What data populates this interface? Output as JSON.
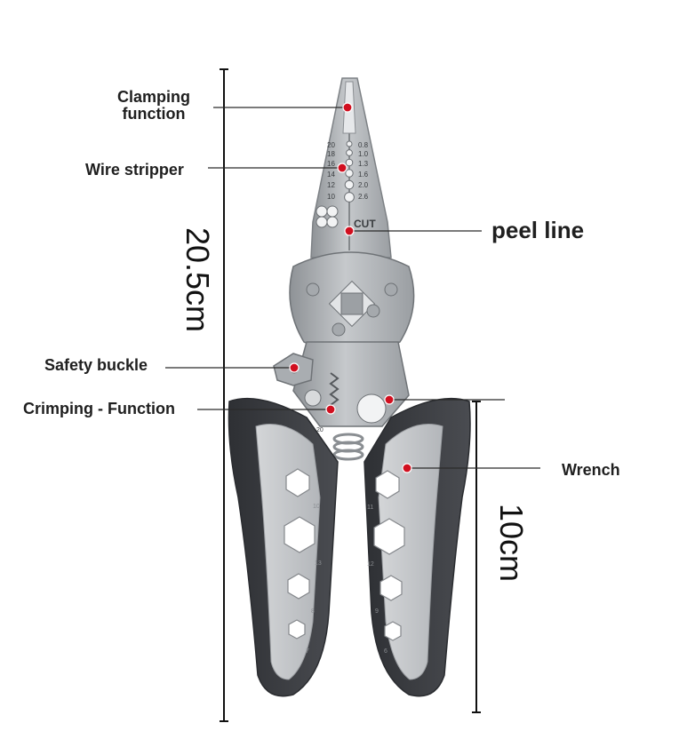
{
  "labels": {
    "clamping_line1": "Clamping",
    "clamping_line2": "function",
    "wire_stripper": "Wire stripper",
    "peel_line": "peel line",
    "safety_buckle": "Safety buckle",
    "crimping_function": "Crimping - Function",
    "wrench": "Wrench"
  },
  "dimensions": {
    "total_length": "20.5cm",
    "handle_length": "10cm"
  },
  "tool_markings": {
    "cut": "CUT",
    "awg_left": [
      "20",
      "18",
      "16",
      "14",
      "12",
      "10"
    ],
    "mm_right": [
      "0.8",
      "1.0",
      "1.3",
      "1.6",
      "2.0",
      "2.6"
    ],
    "hex_left": [
      "10",
      "13",
      "8",
      "7"
    ],
    "hex_right": [
      "11",
      "12",
      "9",
      "6"
    ],
    "crimp_mark": "20"
  },
  "colors": {
    "steel": "#b9bcc0",
    "handle_dark": "#3d3f44",
    "handle_light": "#c9cbce",
    "marker_red": "#d10f1f",
    "leader_line": "#2b2b2b"
  }
}
